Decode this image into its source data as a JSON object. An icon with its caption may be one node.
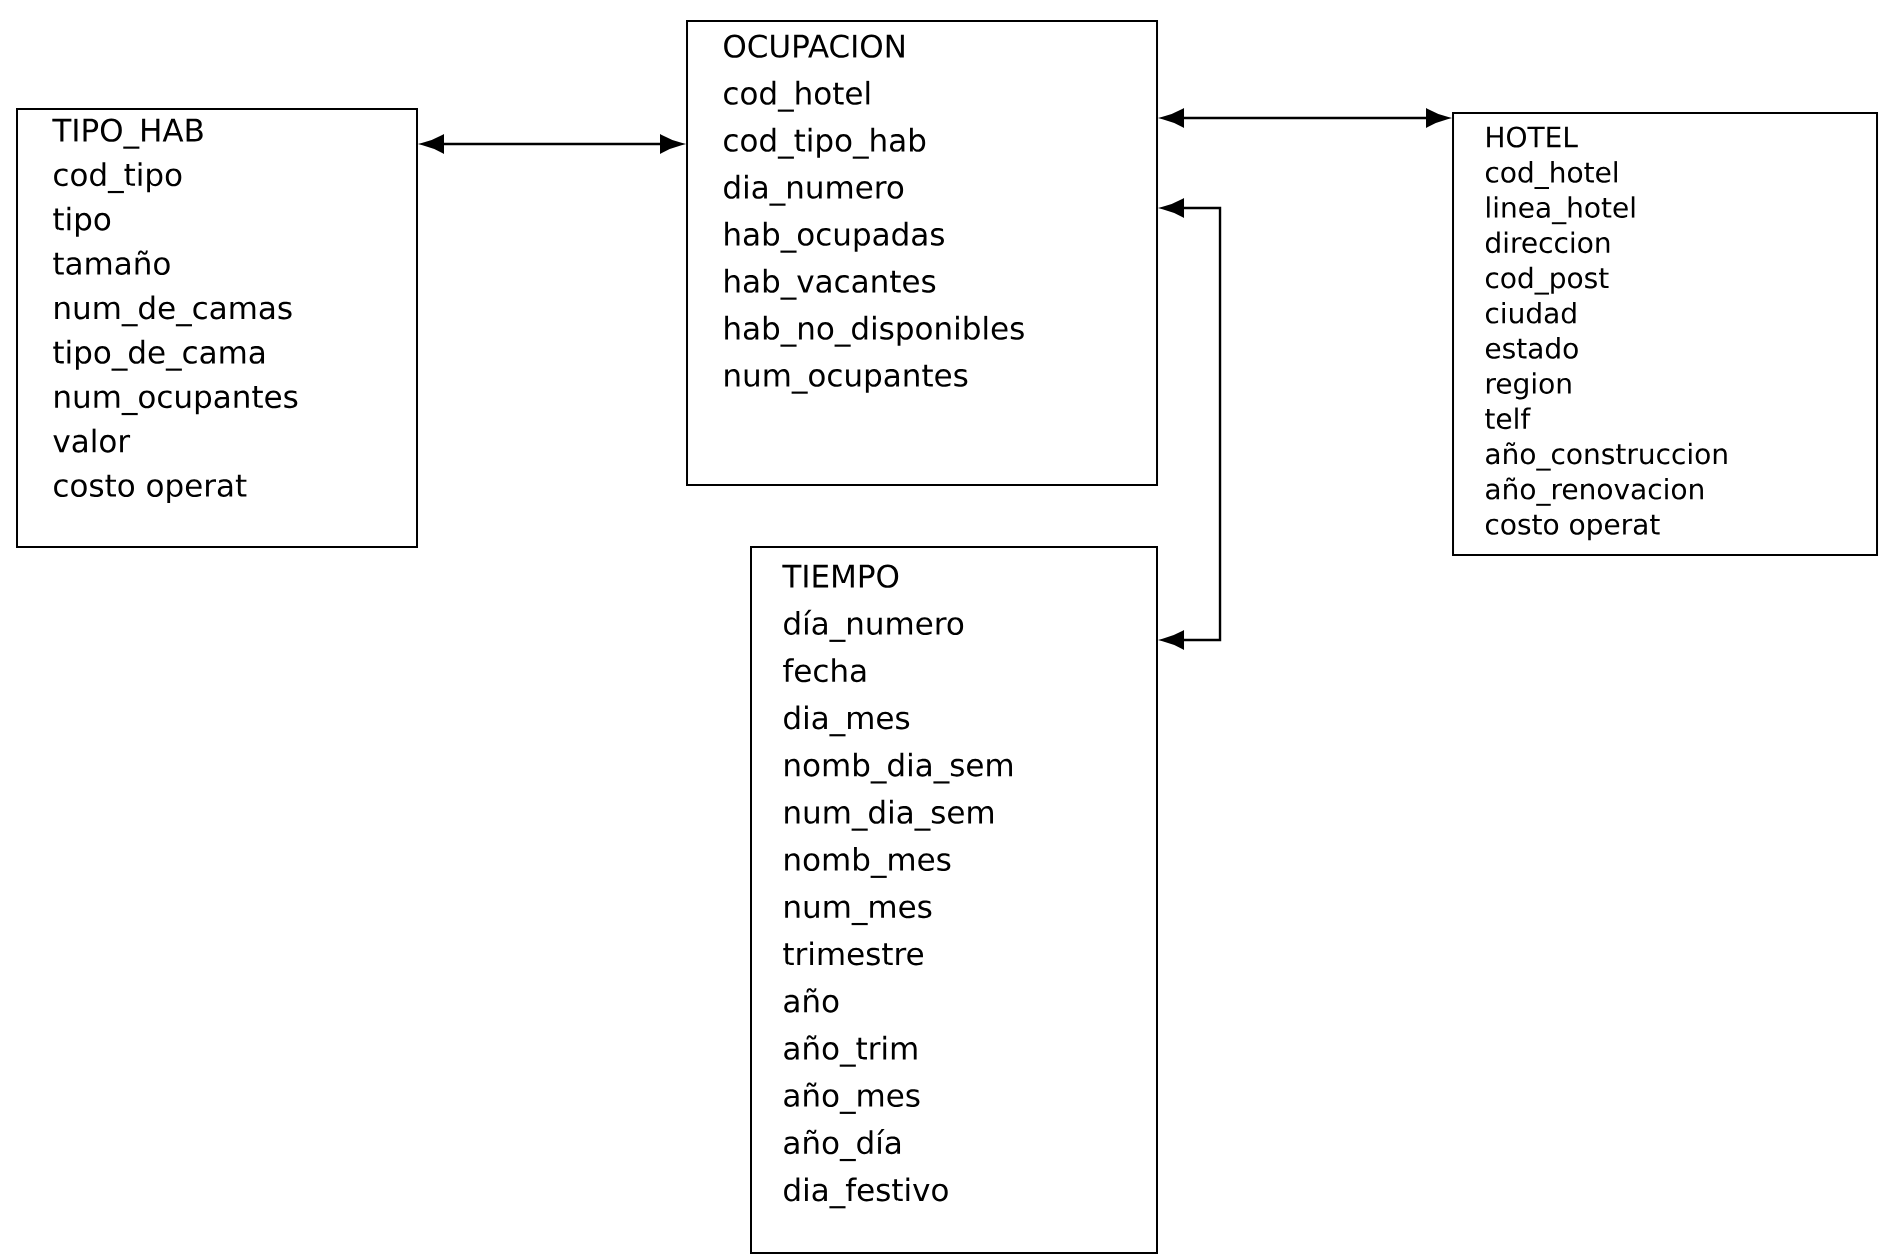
{
  "diagram": {
    "nodes": [
      {
        "text": [
          "TIPO_HAB",
          "cod_tipo",
          "tipo",
          "tamaño",
          "num_de_camas",
          "tipo_de_cama",
          "num_ocupantes",
          "valor",
          "costo operat"
        ]
      },
      {
        "text": [
          "OCUPACION",
          "cod_hotel",
          "cod_tipo_hab",
          "dia_numero",
          "hab_ocupadas",
          "hab_vacantes",
          "hab_no_disponibles",
          "num_ocupantes"
        ]
      },
      {
        "text": [
          "HOTEL",
          "cod_hotel",
          "linea_hotel",
          "direccion",
          "cod_post",
          "ciudad",
          "estado",
          "region",
          "telf",
          "año_construccion",
          "año_renovacion",
          "costo operat"
        ]
      },
      {
        "text": [
          "TIEMPO",
          "día_numero",
          "fecha",
          "dia_mes",
          "nomb_dia_sem",
          "num_dia_sem",
          "nomb_mes",
          "num_mes",
          "trimestre",
          "año",
          "año_trim",
          "año_mes",
          "año_día",
          "dia_festivo"
        ]
      }
    ],
    "edges": [
      {
        "from": 0,
        "to": 1,
        "arrow": "both"
      },
      {
        "from": 1,
        "to": 2,
        "arrow": "both"
      },
      {
        "from": 1,
        "to": 3,
        "arrow": "both"
      }
    ]
  }
}
